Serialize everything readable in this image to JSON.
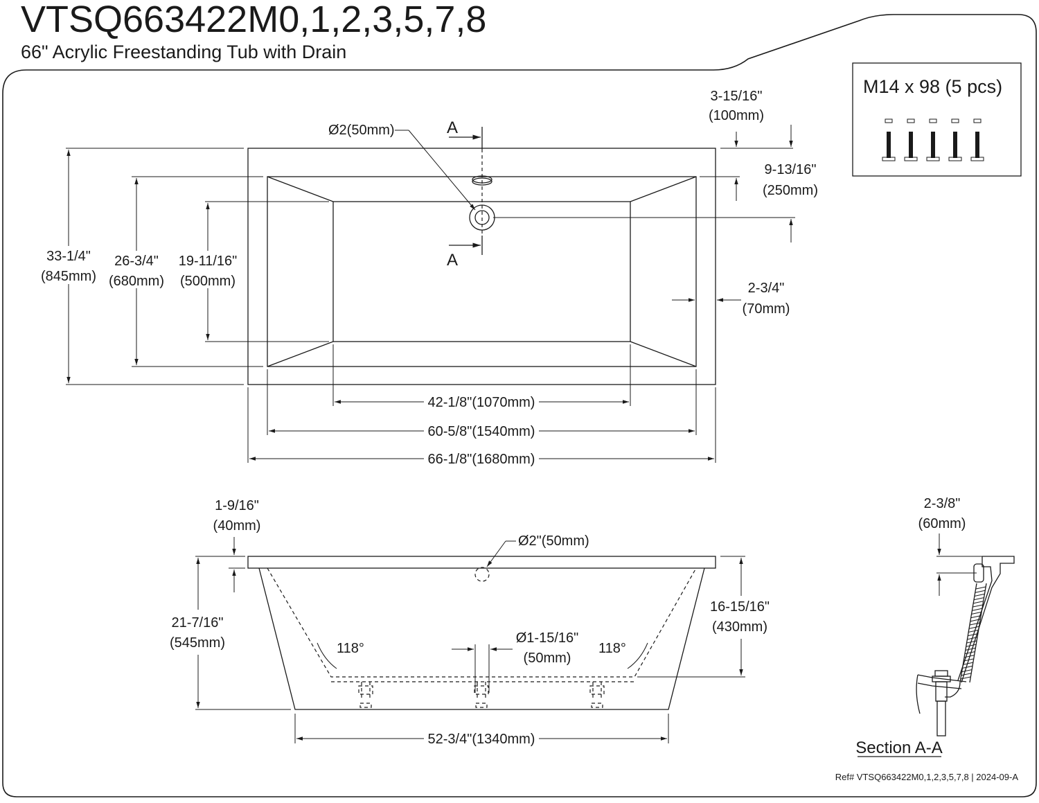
{
  "header": {
    "model": "VTSQ663422M0,1,2,3,5,7,8",
    "description": "66\" Acrylic Freestanding Tub with Drain"
  },
  "kit": {
    "label": "M14 x 98 (5 pcs)",
    "icon": "screw-icon",
    "count": 5
  },
  "top_view": {
    "drain_dia": "Ø2(50mm)",
    "section_marker": "A",
    "dims": {
      "overall_width_in": "33-1/4\"",
      "overall_width_mm": "(845mm)",
      "inner_width_in": "26-3/4\"",
      "inner_width_mm": "(680mm)",
      "floor_width_in": "19-11/16\"",
      "floor_width_mm": "(500mm)",
      "rim_top_in": "3-15/16\"",
      "rim_top_mm": "(100mm)",
      "drain_offset_in": "9-13/16\"",
      "drain_offset_mm": "(250mm)",
      "rim_side_in": "2-3/4\"",
      "rim_side_mm": "(70mm)",
      "floor_length": "42-1/8\"(1070mm)",
      "inner_length": "60-5/8\"(1540mm)",
      "overall_length": "66-1/8\"(1680mm)"
    }
  },
  "side_view": {
    "overflow_dia": "Ø2\"(50mm)",
    "dims": {
      "rim_thick_in": "1-9/16\"",
      "rim_thick_mm": "(40mm)",
      "height_in": "21-7/16\"",
      "height_mm": "(545mm)",
      "depth_in": "16-15/16\"",
      "depth_mm": "(430mm)",
      "angle_left": "118°",
      "angle_right": "118°",
      "drain_dia_in": "Ø1-15/16\"",
      "drain_dia_mm": "(50mm)",
      "base_length": "52-3/4\"(1340mm)"
    }
  },
  "section": {
    "dim_in": "2-3/8\"",
    "dim_mm": "(60mm)",
    "label": "Section A-A"
  },
  "footer": {
    "ref": "Ref# VTSQ663422M0,1,2,3,5,7,8 | 2024-09-A"
  }
}
